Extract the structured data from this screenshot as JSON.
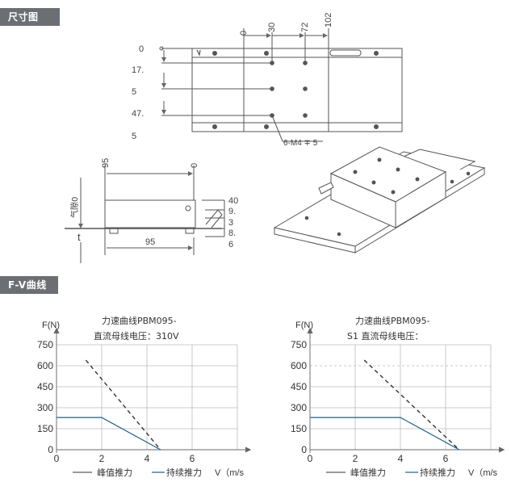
{
  "sections": {
    "dimensions_label": "尺寸图",
    "fv_label": "F-V曲线"
  },
  "top_view": {
    "top_ticks": [
      "0",
      "30",
      "72",
      "102"
    ],
    "left_labels": [
      "0",
      "17.",
      "5",
      "47.",
      "5"
    ],
    "hole_callout": "6-M4 ∓ 5"
  },
  "side_view": {
    "top_labels": [
      "95",
      "0"
    ],
    "rotated_label": "气隙0",
    "left_label": "t",
    "bottom_dim": "95",
    "right_labels": [
      "40",
      "9.",
      "3",
      "8.",
      "6"
    ]
  },
  "charts": [
    {
      "title_line1": "力速曲线PBM095-",
      "title_line2": "直流母线电压：310V",
      "y_axis_label": "F(N)",
      "y_ticks": [
        "750",
        "600",
        "450",
        "300",
        "150",
        "0"
      ],
      "x_ticks": [
        "0",
        "2",
        "4",
        "6"
      ],
      "x_axis_label": "V（m/s",
      "legend_peak": "峰值推力",
      "legend_cont": "持续推力"
    },
    {
      "title_line1": "力速曲线PBM095-",
      "title_line2": "S1 直流母线电压：",
      "y_axis_label": "F(N)",
      "y_ticks": [
        "750",
        "600",
        "450",
        "300",
        "150",
        "0"
      ],
      "x_ticks": [
        "0",
        "2",
        "4",
        "6"
      ],
      "x_axis_label": "V（m/s",
      "legend_peak": "峰值推力",
      "legend_cont": "持续推力"
    }
  ],
  "chart_data": [
    {
      "type": "line",
      "xlim": [
        0,
        8
      ],
      "ylim": [
        0,
        750
      ],
      "grid": true,
      "legend": "bottom",
      "series": [
        {
          "name": "峰值推力",
          "style": "dashed",
          "color": "#333333",
          "x": [
            1.3,
            4.6
          ],
          "y": [
            640,
            0
          ]
        },
        {
          "name": "持续推力",
          "style": "solid",
          "color": "#1f5f8b",
          "x": [
            0,
            2,
            2,
            4.6
          ],
          "y": [
            230,
            230,
            230,
            0
          ]
        }
      ]
    },
    {
      "type": "line",
      "xlim": [
        0,
        8
      ],
      "ylim": [
        0,
        750
      ],
      "grid": true,
      "legend": "bottom",
      "series": [
        {
          "name": "峰值推力",
          "style": "dashed",
          "color": "#333333",
          "x": [
            2.4,
            6.6
          ],
          "y": [
            640,
            0
          ]
        },
        {
          "name": "持续推力",
          "style": "solid",
          "color": "#1f5f8b",
          "x": [
            0,
            4,
            4,
            6.6
          ],
          "y": [
            230,
            230,
            230,
            0
          ]
        }
      ]
    }
  ]
}
